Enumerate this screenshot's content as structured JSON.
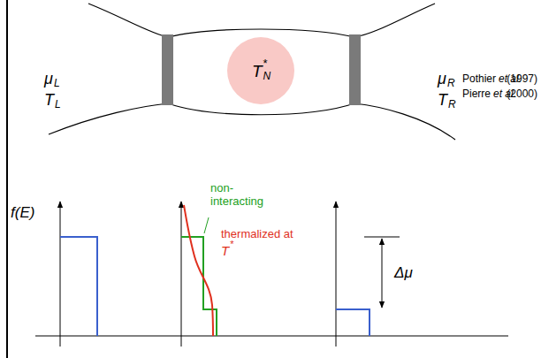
{
  "diagram": {
    "nodes": [
      {
        "text": [
          "T",
          "*",
          "N"
        ]
      }
    ],
    "labels": [
      "μ",
      "L",
      "T",
      "L",
      "μ",
      "R",
      "T",
      "R",
      "Pothier",
      "et al.",
      "(1997)",
      "Pierre",
      "et al.",
      "(2000)",
      "f(E)",
      "non-interacting",
      "thermalized at",
      "T",
      "*",
      "Δμ"
    ]
  }
}
